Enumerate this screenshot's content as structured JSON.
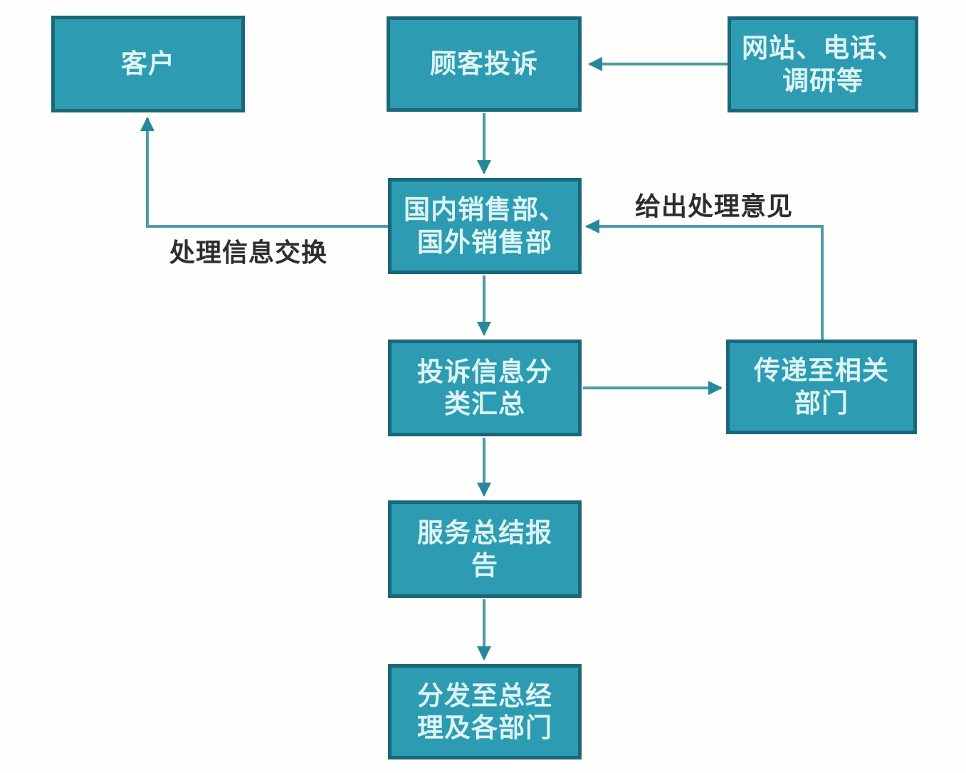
{
  "colors": {
    "node_fill": "#2D9BB2",
    "node_border": "#196879",
    "node_text": "#DCF4F4",
    "edge_line": "#4F9AA7",
    "edge_arrow": "#27879B",
    "edge_label_text": "#2D2D2D",
    "background": "#FEFEFD"
  },
  "nodes": [
    {
      "id": "customer",
      "label": [
        "客户"
      ]
    },
    {
      "id": "customer-complaint",
      "label": [
        "顾客投诉"
      ]
    },
    {
      "id": "complaint-channels",
      "label": [
        "网站、电话、",
        "调研等"
      ]
    },
    {
      "id": "sales-departments",
      "label": [
        "国内销售部、",
        "国外销售部"
      ]
    },
    {
      "id": "complaint-classification",
      "label": [
        "投诉信息分",
        "类汇总"
      ]
    },
    {
      "id": "transfer-to-departments",
      "label": [
        "传递至相关",
        "部门"
      ]
    },
    {
      "id": "service-summary-report",
      "label": [
        "服务总结报",
        "告"
      ]
    },
    {
      "id": "distribute-to-gm-departments",
      "label": [
        "分发至总经",
        "理及各部门"
      ]
    }
  ],
  "edge_labels": [
    {
      "id": "handling-info-exchange",
      "text": "处理信息交换"
    },
    {
      "id": "give-handling-opinion",
      "text": "给出处理意见"
    }
  ]
}
